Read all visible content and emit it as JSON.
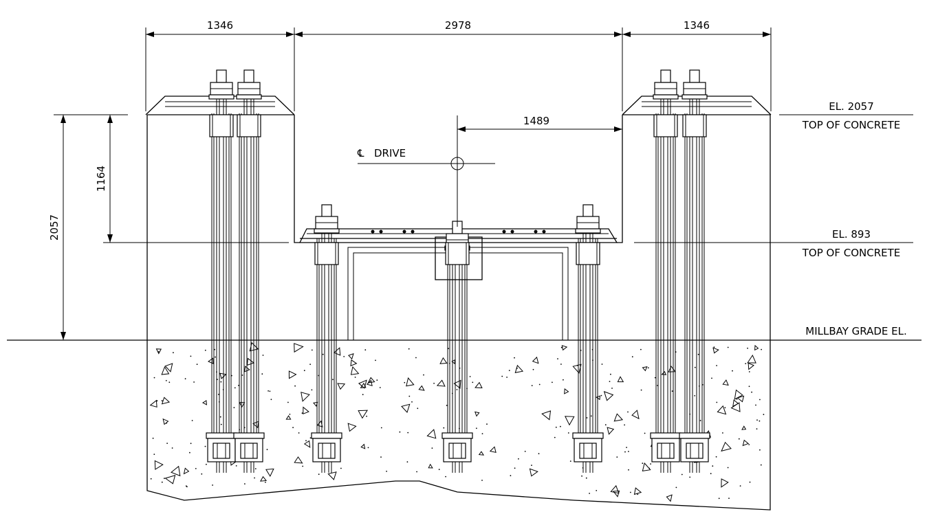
{
  "dimensions": {
    "left_pedestal_width": "1346",
    "center_span": "2978",
    "right_pedestal_width": "1346",
    "half_span": "1489",
    "height_total": "2057",
    "height_upper": "1164"
  },
  "labels": {
    "centerline_symbol": "℄",
    "centerline_text": "DRIVE",
    "el_top": "EL. 2057",
    "el_top_sub": "TOP OF CONCRETE",
    "el_mid": "EL. 893",
    "el_mid_sub": "TOP OF CONCRETE",
    "grade": "MILLBAY GRADE EL."
  }
}
